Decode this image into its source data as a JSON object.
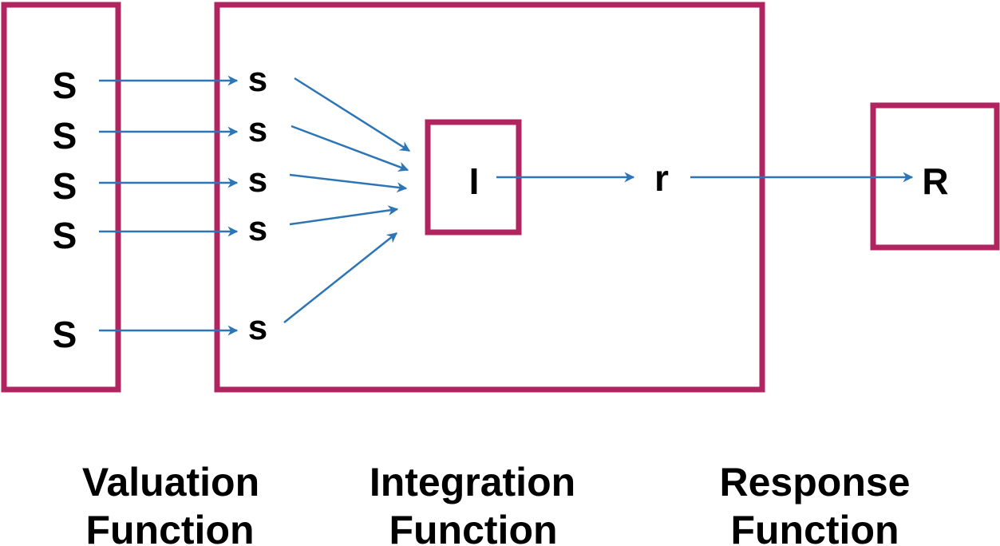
{
  "colors": {
    "box_border": "#b0245f",
    "arrow": "#2e75b6",
    "text": "#000000"
  },
  "valuation": {
    "stimuli": [
      "S",
      "S",
      "S",
      "S",
      "S"
    ]
  },
  "integration": {
    "values": [
      "s",
      "s",
      "s",
      "s",
      "s"
    ],
    "integrator_label": "I",
    "output_label": "r"
  },
  "response": {
    "label": "R"
  },
  "captions": {
    "valuation": [
      "Valuation",
      "Function"
    ],
    "integration": [
      "Integration",
      "Function"
    ],
    "response": [
      "Response",
      "Function"
    ]
  }
}
